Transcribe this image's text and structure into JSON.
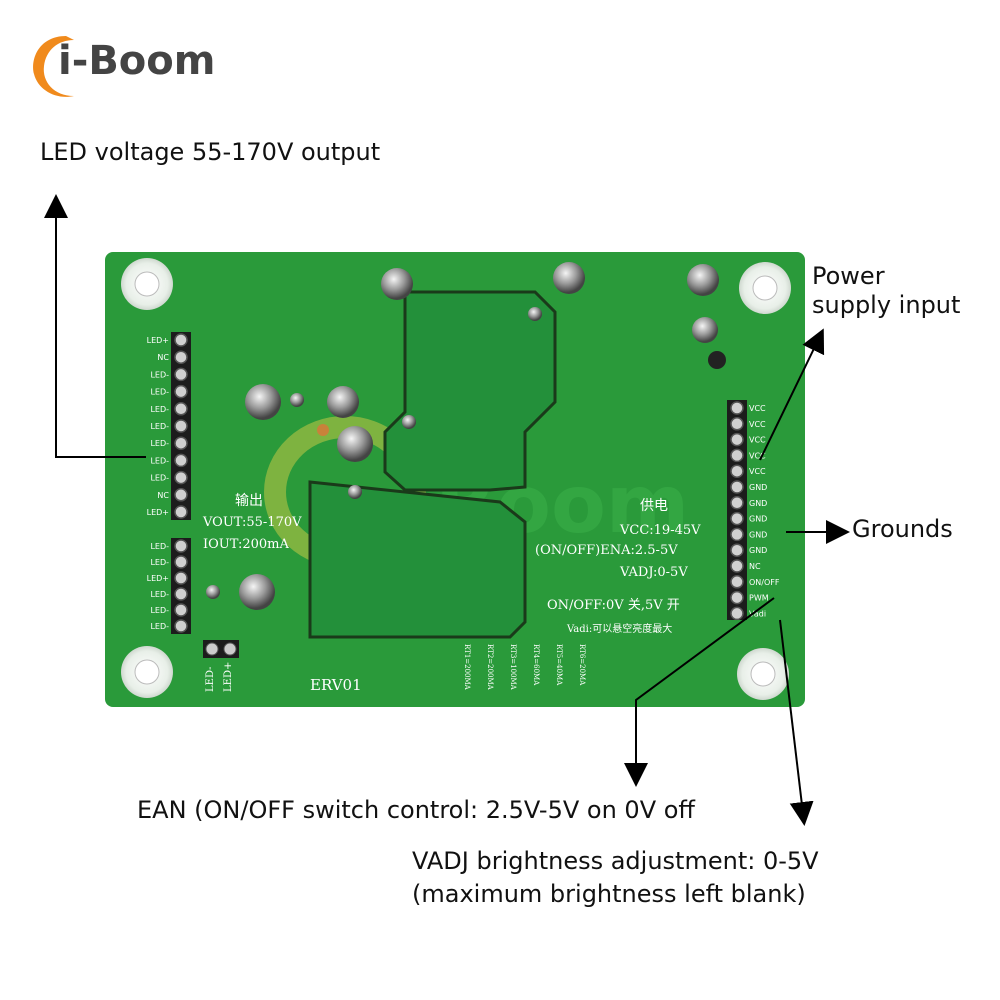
{
  "brand": {
    "name": "i-Boom",
    "accent_color": "#f08a1c",
    "text_color": "#444444"
  },
  "callouts": {
    "led_output": "LED voltage 55-170V output",
    "power_line1": "Power",
    "power_line2": "supply input",
    "grounds": "Grounds",
    "ean": "EAN (ON/OFF switch control: 2.5V-5V on 0V off",
    "vadj_line1": "VADJ brightness adjustment: 0-5V",
    "vadj_line2": "(maximum brightness left blank)"
  },
  "board": {
    "color": "#2a9a3a",
    "model": "ERV01",
    "left_pins": [
      "LED+",
      "NC",
      "LED-",
      "LED-",
      "LED-",
      "LED-",
      "LED-",
      "LED-",
      "LED-",
      "NC",
      "LED+"
    ],
    "left_pins2": [
      "LED-",
      "LED-",
      "LED+",
      "LED-",
      "LED-",
      "LED-"
    ],
    "right_pins": [
      "VCC",
      "VCC",
      "VCC",
      "VCC",
      "VCC",
      "GND",
      "GND",
      "GND",
      "GND",
      "GND",
      "NC",
      "ON/OFF",
      "PWM",
      "Vadi"
    ],
    "bottom_pins": [
      "LED-",
      "LED+"
    ],
    "output_title": "输出",
    "vout": "VOUT:55-170V",
    "iout": "IOUT:200mA",
    "supply_title": "供电",
    "vcc": "VCC:19-45V",
    "ena": "(ON/OFF)ENA:2.5-5V",
    "vadj": "VADJ:0-5V",
    "onoff": "ON/OFF:0V  关,5V  开",
    "vadi_note": "Vadi:可以悬空亮度最大",
    "rt_labels": [
      "RT1=200MA",
      "RT2=200MA",
      "RT3=100MA",
      "RT4=60MA",
      "RT5=40MA",
      "RT6=20MA"
    ]
  }
}
